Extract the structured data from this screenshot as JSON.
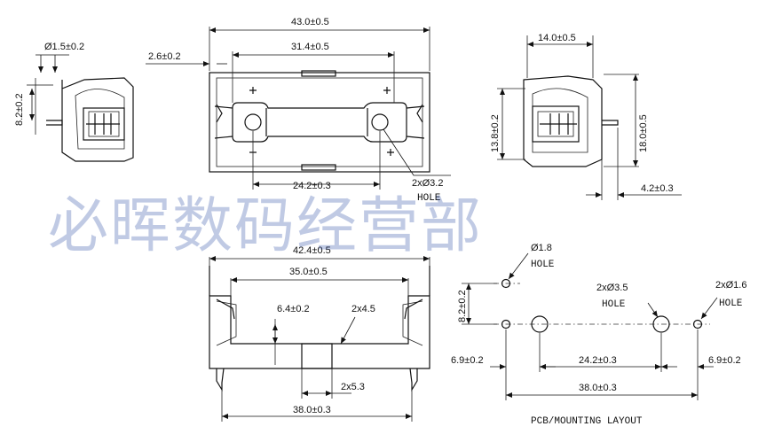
{
  "watermark": "必晖数码经营部",
  "dims": {
    "d_overall_len": "43.0±0.5",
    "d_inner_len": "31.4±0.5",
    "d_wall": "2.6±0.2",
    "d_pin_dia": "Ø1.5±0.2",
    "d_pin_height": "8.2±0.2",
    "d_hole_spacing": "24.2±0.3",
    "d_hole_dia": "2xØ3.2",
    "hole_word": "HOLE",
    "d_width": "14.0±0.5",
    "d_height_outer": "18.0±0.5",
    "d_height_inner": "13.8±0.2",
    "d_pin_offset": "4.2±0.3",
    "d_bottom_len": "42.4±0.5",
    "d_bottom_inner": "35.0±0.5",
    "d_bottom_64": "6.4±0.2",
    "d_bottom_45": "2x4.5",
    "d_bottom_53": "2x5.3",
    "d_bottom_38": "38.0±0.3"
  },
  "pcb": {
    "title": "PCB/MOUNTING LAYOUT",
    "hole_18": "Ø1.8",
    "hole_18_word": "HOLE",
    "hole_35": "2xØ3.5",
    "hole_35_word": "HOLE",
    "hole_16": "2xØ1.6",
    "hole_16_word": "HOLE",
    "d_82": "8.2±0.2",
    "d_69_left": "6.9±0.2",
    "d_242": "24.2±0.3",
    "d_69_right": "6.9±0.2",
    "d_380": "38.0±0.3"
  }
}
